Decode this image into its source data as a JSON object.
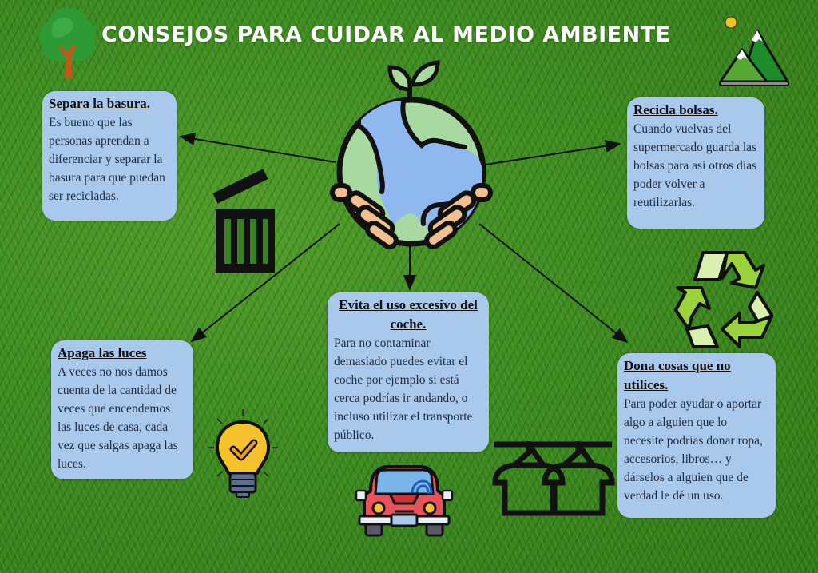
{
  "title": "CONSEJOS PARA CUIDAR AL MEDIO AMBIENTE",
  "colors": {
    "card_bg": "#a9c9ec",
    "title_text": "#ffffff",
    "grass": "#3d8a22"
  },
  "center_icon": "earth-in-hands-with-sprout-icon",
  "cards": [
    {
      "id": "separa",
      "heading": "Separa la basura.",
      "body": "Es bueno que las personas aprendan a diferenciar  y separar la basura para que puedan ser recicladas.",
      "icon": "trash-bin-icon"
    },
    {
      "id": "recicla",
      "heading": "Recicla bolsas.",
      "body": "Cuando vuelvas del supermercado guarda las bolsas para así otros días poder volver a reutilizarlas.",
      "icon": "recycle-icon"
    },
    {
      "id": "evita",
      "heading": "Evita el uso excesivo del coche.",
      "body": "Para no contaminar demasiado puedes evitar el coche por ejemplo si está cerca podrías ir andando, o incluso utilizar el transporte público.",
      "icon": "car-icon"
    },
    {
      "id": "apaga",
      "heading": "Apaga las luces",
      "body": "A veces no nos damos cuenta de la cantidad de veces que encendemos las luces de casa, cada vez que salgas apaga las luces.",
      "icon": "light-bulb-check-icon"
    },
    {
      "id": "dona",
      "heading": "Dona cosas que no utilices.",
      "body": "Para poder ayudar o aportar algo a alguien que lo necesite podrías donar ropa, accesorios, libros… y dárselos a alguien que de verdad le dé un uso.",
      "icon": "clothes-hanger-icon"
    }
  ],
  "decorations": [
    "tree-icon",
    "mountains-sun-icon"
  ]
}
